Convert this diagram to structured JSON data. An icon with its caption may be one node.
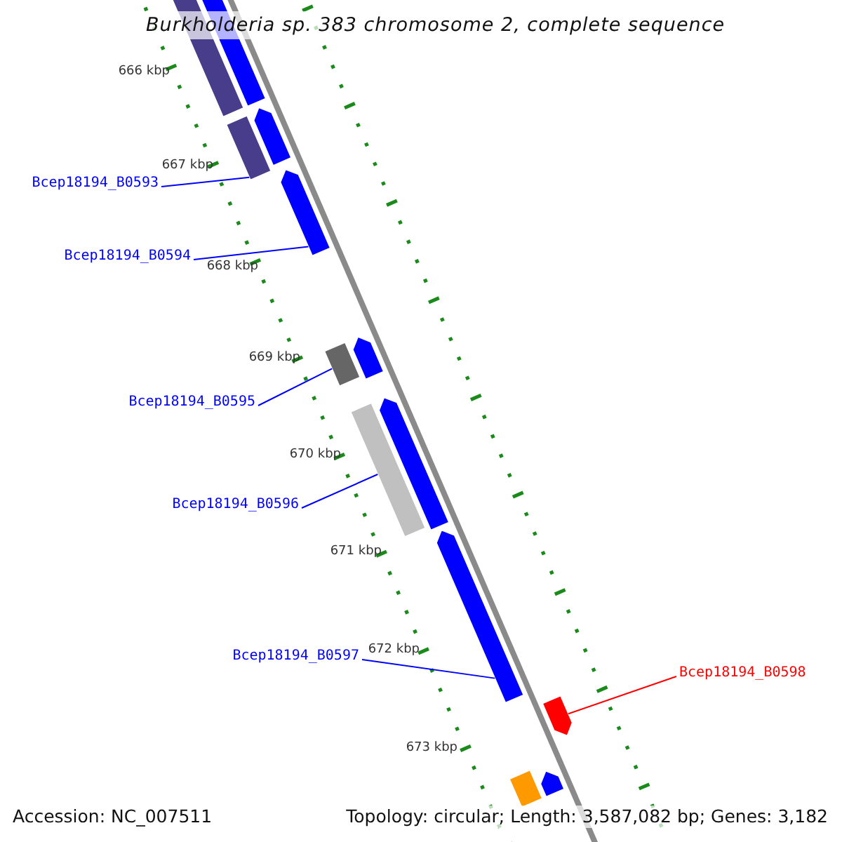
{
  "diagram": {
    "title": "Burkholderia sp. 383 chromosome 2, complete sequence",
    "nodes": [
      {
        "text": [
          "Bcep18194_B0593"
        ]
      },
      {
        "text": [
          "Bcep18194_B0594"
        ]
      },
      {
        "text": [
          "Bcep18194_B0595"
        ]
      },
      {
        "text": [
          "Bcep18194_B0596"
        ]
      },
      {
        "text": [
          "Bcep18194_B0597"
        ]
      },
      {
        "text": [
          "Bcep18194_B0598"
        ]
      },
      {
        "text": [],
        "shape": "box"
      },
      {
        "text": [],
        "shape": "arrow"
      },
      {
        "text": [],
        "shape": "box"
      },
      {
        "text": [],
        "shape": "arrow"
      },
      {
        "text": [],
        "shape": "arrow"
      },
      {
        "text": [],
        "shape": "box"
      },
      {
        "text": [],
        "shape": "arrow"
      },
      {
        "text": [],
        "shape": "box"
      },
      {
        "text": [],
        "shape": "arrow"
      },
      {
        "text": [],
        "shape": "arrow"
      },
      {
        "text": [],
        "shape": "arrow"
      },
      {
        "text": [],
        "shape": "box"
      },
      {
        "text": [],
        "shape": "arrow"
      }
    ],
    "edges": [
      {
        "from": 0,
        "to": 8,
        "arrow": "none"
      },
      {
        "from": 1,
        "to": 10,
        "arrow": "none"
      },
      {
        "from": 2,
        "to": 11,
        "arrow": "none"
      },
      {
        "from": 3,
        "to": 13,
        "arrow": "none"
      },
      {
        "from": 4,
        "to": 15,
        "arrow": "none"
      },
      {
        "from": 5,
        "to": 16,
        "arrow": "none",
        "color": "#ff0000"
      }
    ],
    "labels": [
      "666 kbp",
      "667 kbp",
      "668 kbp",
      "669 kbp",
      "670 kbp",
      "671 kbp",
      "672 kbp",
      "673 kbp",
      "Accession: NC_007511",
      "Topology: circular; Length: 3,587,082 bp; Genes: 3,182"
    ]
  }
}
